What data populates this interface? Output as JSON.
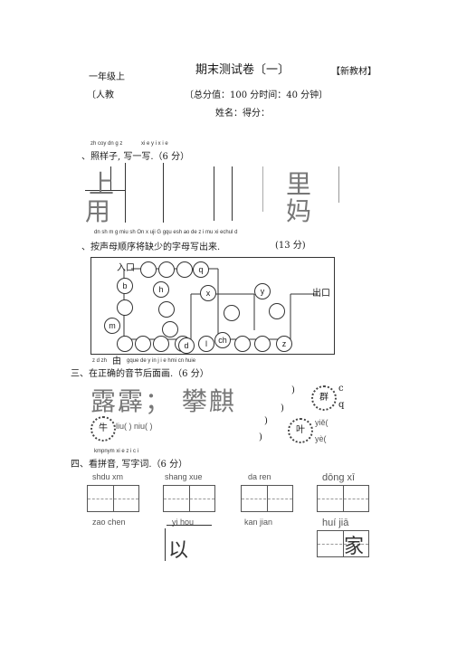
{
  "header": {
    "grade": "一年级上",
    "title": "期末测试卷〔一〕",
    "edition": "【新教材】",
    "publisher": "〔人教",
    "score_time": "〔总分值：100 分时间：40 分钟〕",
    "name_score": "姓名：得分："
  },
  "section1": {
    "pinyin_hint": "zh coy dn g z",
    "pinyin_hint2": "xi e y i x i e",
    "title": "、照样子, 写一写.（6 分）",
    "chars_left": [
      "上",
      "用"
    ],
    "chars_right": [
      "里",
      "妈"
    ]
  },
  "section2": {
    "pinyin_hint": "dn sh m g miu sh On x uji G gqu esh ao de z i mu xi echul d",
    "title": "、按声母顺序将缺少的字母写出来.",
    "points": "(13  分)",
    "entry": "入口",
    "exit": "出口",
    "letters": [
      "b",
      "q",
      "h",
      "x",
      "y",
      "m",
      "d",
      "l",
      "ch",
      "z"
    ]
  },
  "section3": {
    "pinyin_hint": "z d zh",
    "pinyin_char": "由",
    "pinyin_hint2": "gque de y in j i e hmi cn huie",
    "title": "三、在正确的音节后面画.（6 分）",
    "words": "露霹；  攀麒",
    "option_c": "c",
    "option_q": "q",
    "niu": "liu( ) niu( )",
    "flower1": "群",
    "flower2": "牛",
    "flower3": "叶",
    "ye1": "yiě(",
    "ye2": "yè("
  },
  "section4": {
    "pinyin_hint": "kmpnym xi e z i c i",
    "title": "四、看拼音, 写字词.（6 分）",
    "row1": [
      "shdu xm",
      "shang xue",
      "da ren",
      "dōng  xī"
    ],
    "row2": [
      "zao chen",
      "yi hou",
      "kan jian",
      "huí   jiā"
    ],
    "fragment": "以",
    "home_char": "家"
  }
}
